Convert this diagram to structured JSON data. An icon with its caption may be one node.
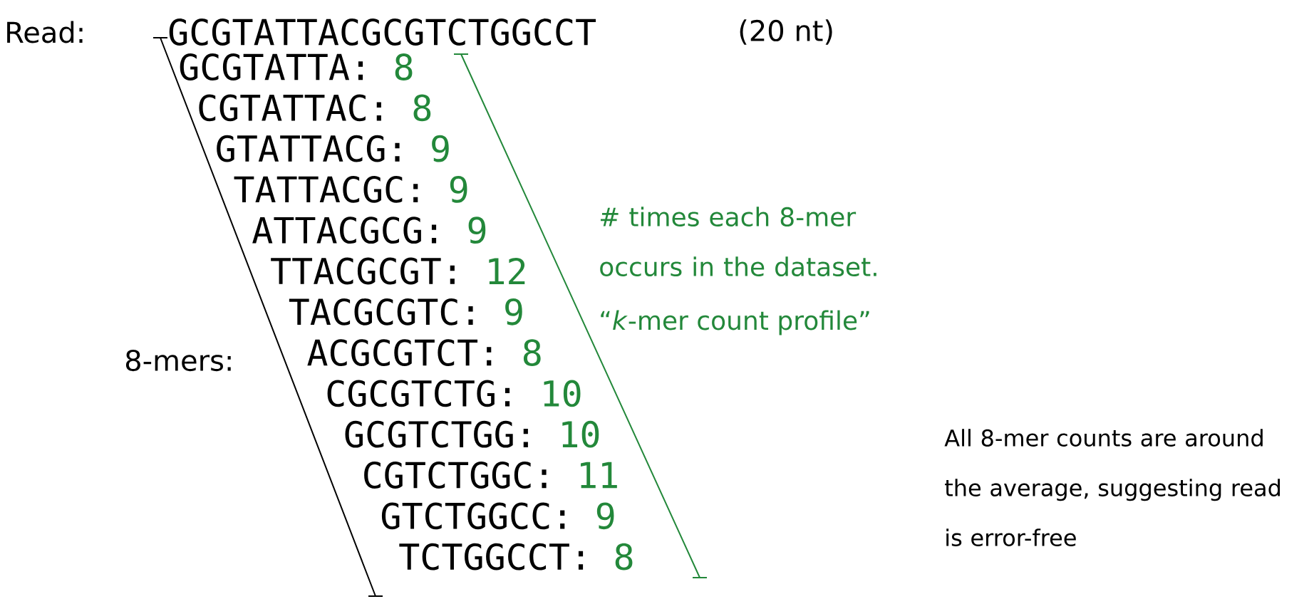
{
  "diagram": {
    "labels": [
      "Read:",
      "GCGTATTACGCGTCTGGCCT",
      "(20 nt)",
      "GCGTATTA:",
      "8",
      "CGTATTAC:",
      "8",
      "GTATTACG:",
      "9",
      "TATTACGC:",
      "9",
      "ATTACGCG:",
      "9",
      "TTACGCGT:",
      "12",
      "TACGCGTC:",
      "9",
      "ACGCGTCT:",
      "8",
      "CGCGTCTG:",
      "10",
      "GCGTCTGG:",
      "10",
      "CGTCTGGC:",
      "11",
      "GTCTGGCC:",
      "9",
      "TCTGGCCT:",
      "8",
      "8-mers:",
      "# times each 8-mer occurs in the dataset.",
      "“*k*-mer count profile”",
      "All 8-mer counts are around the average, suggesting read is error-free"
    ]
  }
}
